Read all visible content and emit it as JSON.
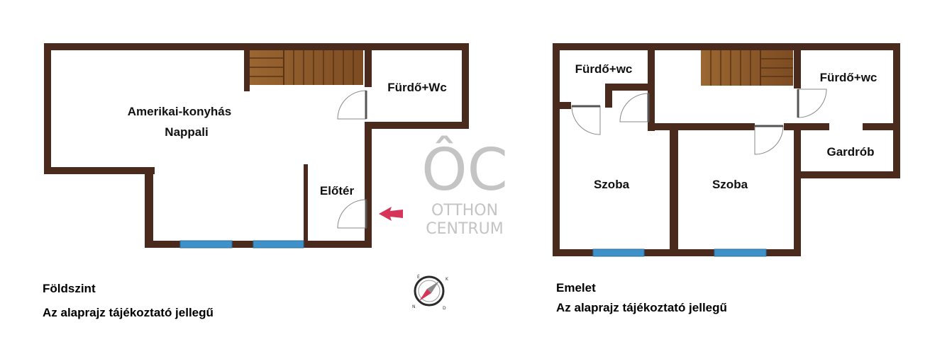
{
  "ground_floor": {
    "rooms": {
      "living_line1": "Amerikai-konyhás",
      "living_line2": "Nappali",
      "bathroom": "Fürdő+Wc",
      "hall": "Előtér"
    },
    "caption_title": "Földszint",
    "caption_note": "Az alaprajz tájékoztató jellegű"
  },
  "upper_floor": {
    "rooms": {
      "bathroom_left": "Fürdő+wc",
      "bathroom_right": "Fürdő+wc",
      "wardrobe": "Gardrób",
      "room_left": "Szoba",
      "room_right": "Szoba"
    },
    "caption_title": "Emelet",
    "caption_note": "Az alaprajz tájékoztató jellegű"
  },
  "watermark": {
    "logo": "ÔC",
    "line1": "OTTHON",
    "line2": "CENTRUM"
  },
  "compass": {
    "letters": [
      "É",
      "K",
      "D",
      "N"
    ]
  },
  "colors": {
    "wall": "#4a2a1c",
    "window": "#3f92c9",
    "stairs": "#8e5a2a",
    "entrance_arrow": "#d63559",
    "watermark": "#c4c4c4"
  }
}
